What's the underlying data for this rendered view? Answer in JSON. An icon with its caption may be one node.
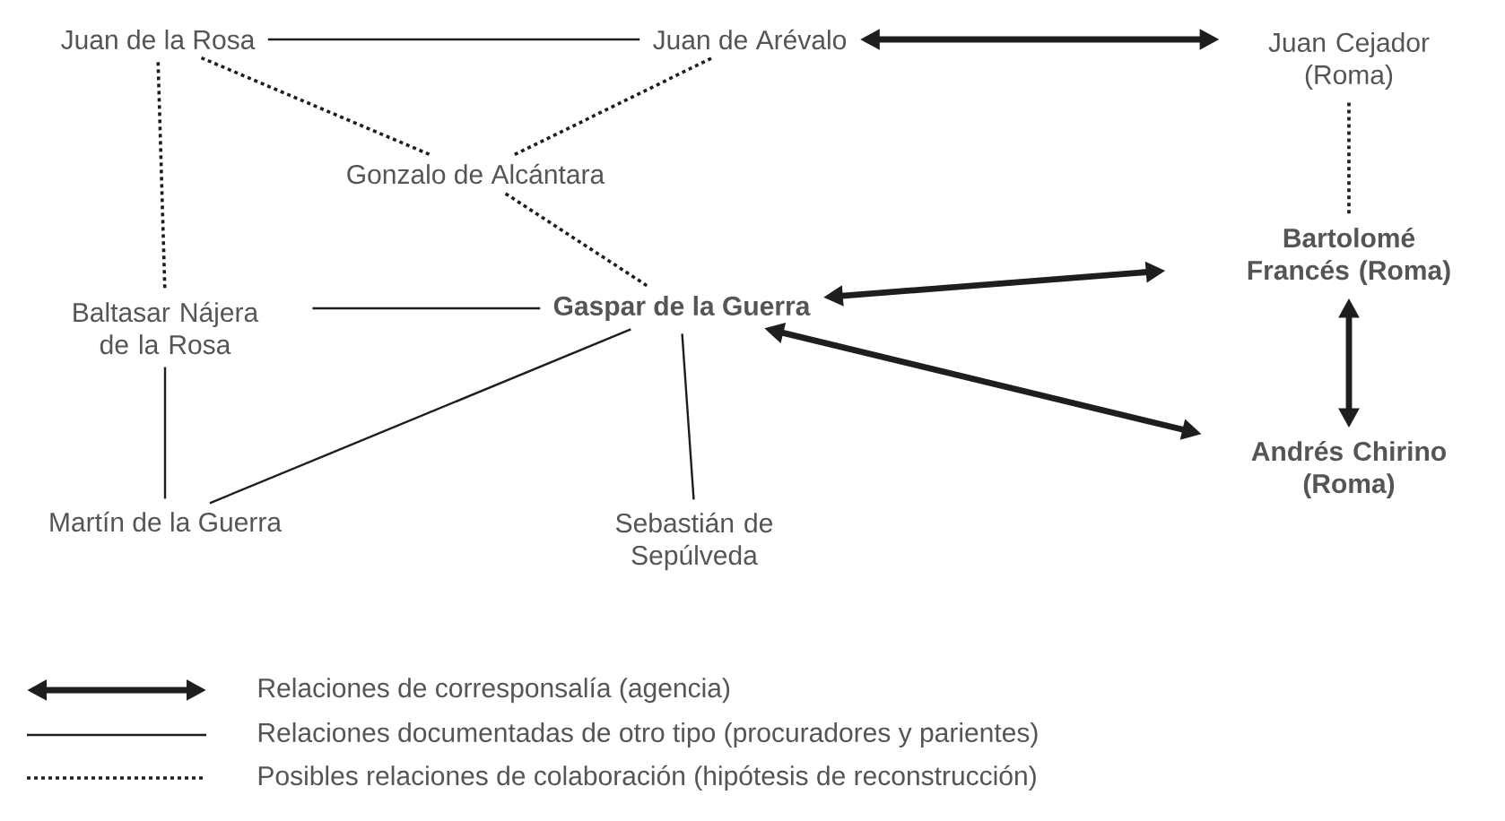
{
  "diagram": {
    "nodes": [
      {
        "text": [
          "Juan de la Rosa"
        ]
      },
      {
        "text": [
          "Juan de Arévalo"
        ]
      },
      {
        "text": [
          "Juan Cejador (Roma)"
        ]
      },
      {
        "text": [
          "Gonzalo de Alcántara"
        ]
      },
      {
        "text": [
          "Baltasar Nájera de la Rosa"
        ]
      },
      {
        "text": [
          "Gaspar de la Guerra"
        ]
      },
      {
        "text": [
          "Bartolomé Francés (Roma)"
        ]
      },
      {
        "text": [
          "Martín de la Guerra"
        ]
      },
      {
        "text": [
          "Sebastián de Sepúlveda"
        ]
      },
      {
        "text": [
          "Andrés Chirino (Roma)"
        ]
      }
    ],
    "edges": [
      {
        "from": 0,
        "to": 1,
        "arrow": "none"
      },
      {
        "from": 1,
        "to": 2,
        "arrow": "both",
        "style": "thick"
      },
      {
        "from": 0,
        "to": 3,
        "arrow": "none",
        "style": "dashed"
      },
      {
        "from": 1,
        "to": 3,
        "arrow": "none",
        "style": "dashed"
      },
      {
        "from": 0,
        "to": 4,
        "arrow": "none",
        "style": "dashed"
      },
      {
        "from": 2,
        "to": 6,
        "arrow": "none",
        "style": "dashed"
      },
      {
        "from": 3,
        "to": 5,
        "arrow": "none",
        "style": "dashed"
      },
      {
        "from": 4,
        "to": 5,
        "arrow": "none"
      },
      {
        "from": 5,
        "to": 6,
        "arrow": "both",
        "style": "thick"
      },
      {
        "from": 4,
        "to": 7,
        "arrow": "none"
      },
      {
        "from": 5,
        "to": 7,
        "arrow": "none"
      },
      {
        "from": 5,
        "to": 8,
        "arrow": "none"
      },
      {
        "from": 5,
        "to": 9,
        "arrow": "both",
        "style": "thick"
      },
      {
        "from": 6,
        "to": 9,
        "arrow": "both",
        "style": "thick"
      }
    ],
    "legend": [
      {
        "text": "Relaciones de corresponsalía (agencia)"
      },
      {
        "text": "Relaciones documentadas de otro tipo (procuradores y parientes)"
      },
      {
        "text": "Posibles relaciones de colaboración (hipótesis de reconstrucción)"
      }
    ]
  }
}
